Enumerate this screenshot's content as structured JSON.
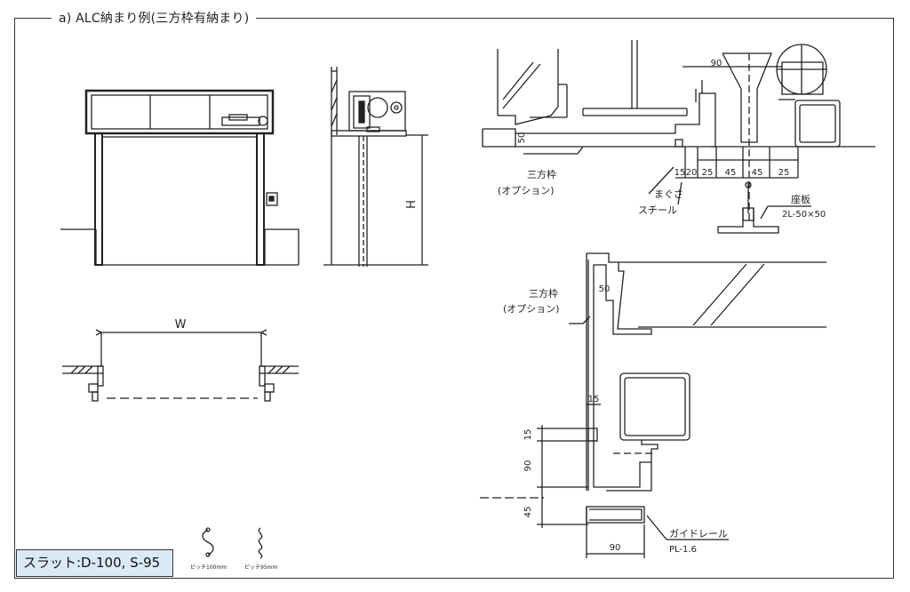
{
  "title": "a) ALC納まり例(三方枠有納まり)",
  "slat_label": "スラット:D-100, S-95",
  "dimensions": {
    "width_symbol": "W",
    "height_symbol": "H",
    "top_90": "90",
    "top_50": "50",
    "top_15": "15",
    "top_20": "20",
    "top_25a": "25",
    "top_45a": "45",
    "top_45b": "45",
    "top_25b": "25",
    "bottom_50": "50",
    "bottom_15": "15",
    "side_15": "15",
    "side_90": "90",
    "side_45": "45",
    "bottom_90": "90"
  },
  "labels": {
    "frame_top": "三方枠",
    "option_top": "(オプション)",
    "magusa": "まぐさ",
    "steel": "スチール",
    "zaban": "座板",
    "zaban_spec": "2L-50×50",
    "frame_bottom": "三方枠",
    "option_bottom": "(オプション)",
    "guide_rail": "ガイドレール",
    "guide_rail_spec": "PL-1.6"
  },
  "slats": {
    "pitch_100": "ピッチ100mm",
    "pitch_95": "ピッチ95mm"
  }
}
